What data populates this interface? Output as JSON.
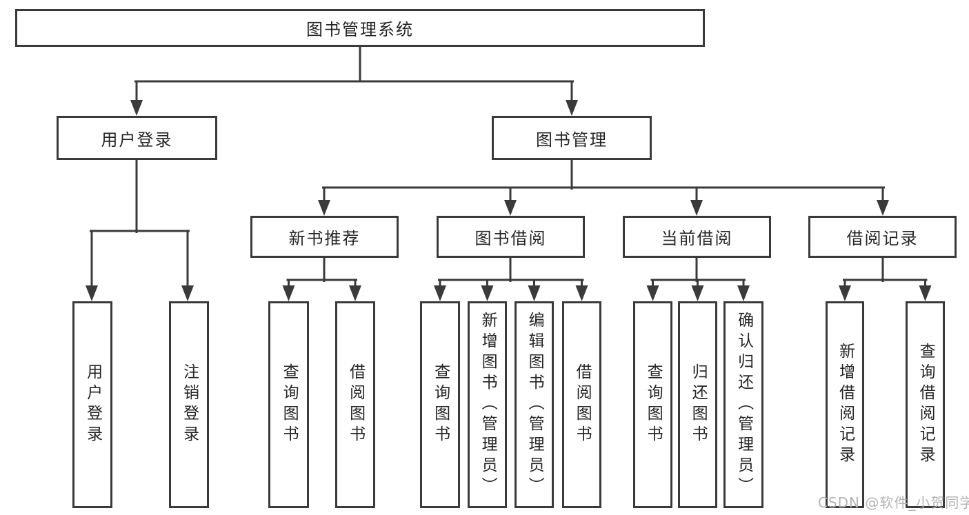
{
  "diagram": {
    "type": "hierarchy-tree",
    "orientation": "top-down"
  },
  "tree": {
    "root": {
      "label": "图书管理系统"
    },
    "level2": [
      {
        "label": "用户登录",
        "children": [
          {
            "label": "用户登录"
          },
          {
            "label": "注销登录"
          }
        ]
      },
      {
        "label": "图书管理",
        "children": [
          {
            "label": "新书推荐",
            "children": [
              {
                "label": "查询图书"
              },
              {
                "label": "借阅图书"
              }
            ]
          },
          {
            "label": "图书借阅",
            "children": [
              {
                "label": "查询图书"
              },
              {
                "label": "新增图书（管理员）"
              },
              {
                "label": "编辑图书（管理员）"
              },
              {
                "label": "借阅图书"
              }
            ]
          },
          {
            "label": "当前借阅",
            "children": [
              {
                "label": "查询图书"
              },
              {
                "label": "归还图书"
              },
              {
                "label": "确认归还（管理员）"
              }
            ]
          },
          {
            "label": "借阅记录",
            "children": [
              {
                "label": "新增借阅记录"
              },
              {
                "label": "查询借阅记录"
              }
            ]
          }
        ]
      }
    ]
  },
  "watermark": {
    "text": "CSDN @软件_小贺同学"
  },
  "colors": {
    "line": "#3a3a3a",
    "box_border": "#3a3a3a",
    "text": "#262626",
    "watermark": "#b3b3b3",
    "background": "#ffffff"
  }
}
